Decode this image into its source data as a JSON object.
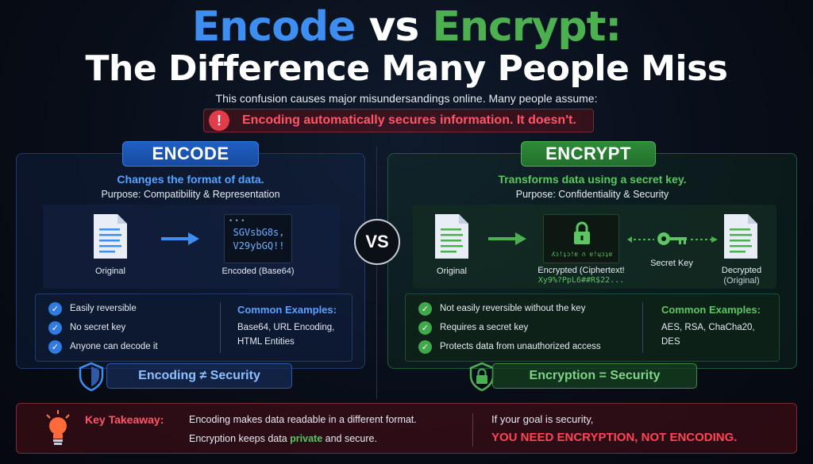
{
  "title": {
    "word_encode": "Encode",
    "word_vs": "vs",
    "word_encrypt": "Encrypt:",
    "line2": "The Difference Many People Miss"
  },
  "subtitle": "This confusion causes major misundersandings online. Many people assume:",
  "warning": {
    "icon": "!",
    "text": "Encoding automatically secures information. It doesn't."
  },
  "vs_label": "VS",
  "encode": {
    "pill": "ENCODE",
    "heading": "Changes the format of data.",
    "purpose": "Purpose: Compatibility & Representation",
    "original_label": "Original",
    "encoded_dots": "• • •",
    "encoded_line1": "SGVsbG8s,",
    "encoded_line2": "V29ybGQ!!",
    "encoded_label": "Encoded (Base64)",
    "checks": [
      "Easily reversible",
      "No secret key",
      "Anyone can decode it"
    ],
    "examples_title": "Common Examples:",
    "examples_line1": "Base64, URL Encoding,",
    "examples_line2": "HTML Entities",
    "security": "Encoding ≠ Security"
  },
  "encrypt": {
    "pill": "ENCRYPT",
    "heading": "Transforms data using a secret key.",
    "purpose": "Purpose: Confidentiality & Security",
    "original_label": "Original",
    "cipher_small": "ʎɔ!ʇɔ!ɐ ∩ ɐ!ɥɔʇɐ",
    "encrypted_label": "Encrypted (Ciphertext!",
    "encrypted_sample": "Xy9%?PpL6##R$22...",
    "key_label": "Secret Key",
    "decrypted_label1": "Decrypted",
    "decrypted_label2": "(Original)",
    "checks": [
      "Not easily reversible without the key",
      "Requires a secret key",
      "Protects data from unauthorized access"
    ],
    "examples_title": "Common Examples:",
    "examples_line1": "AES, RSA, ChaCha20,",
    "examples_line2": "DES",
    "security": "Encryption = Security"
  },
  "takeaway": {
    "title": "Key Takeaway:",
    "line1": "Encoding makes data readable in a different format.",
    "line2_pre": "Encryption keeps data ",
    "line2_green": "private",
    "line2_post": " and secure.",
    "goal": "If your goal is security,",
    "need": "YOU NEED ENCRYPTION, NOT ENCODING."
  },
  "colors": {
    "encode_blue": "#3d8ef0",
    "encrypt_green": "#4caf50",
    "warning_red": "#ff5566"
  },
  "icons": [
    "document-icon",
    "arrow-right-icon",
    "lock-icon",
    "key-icon",
    "shield-icon",
    "padlock-shield-icon",
    "lightbulb-icon",
    "check-icon",
    "exclamation-icon"
  ]
}
